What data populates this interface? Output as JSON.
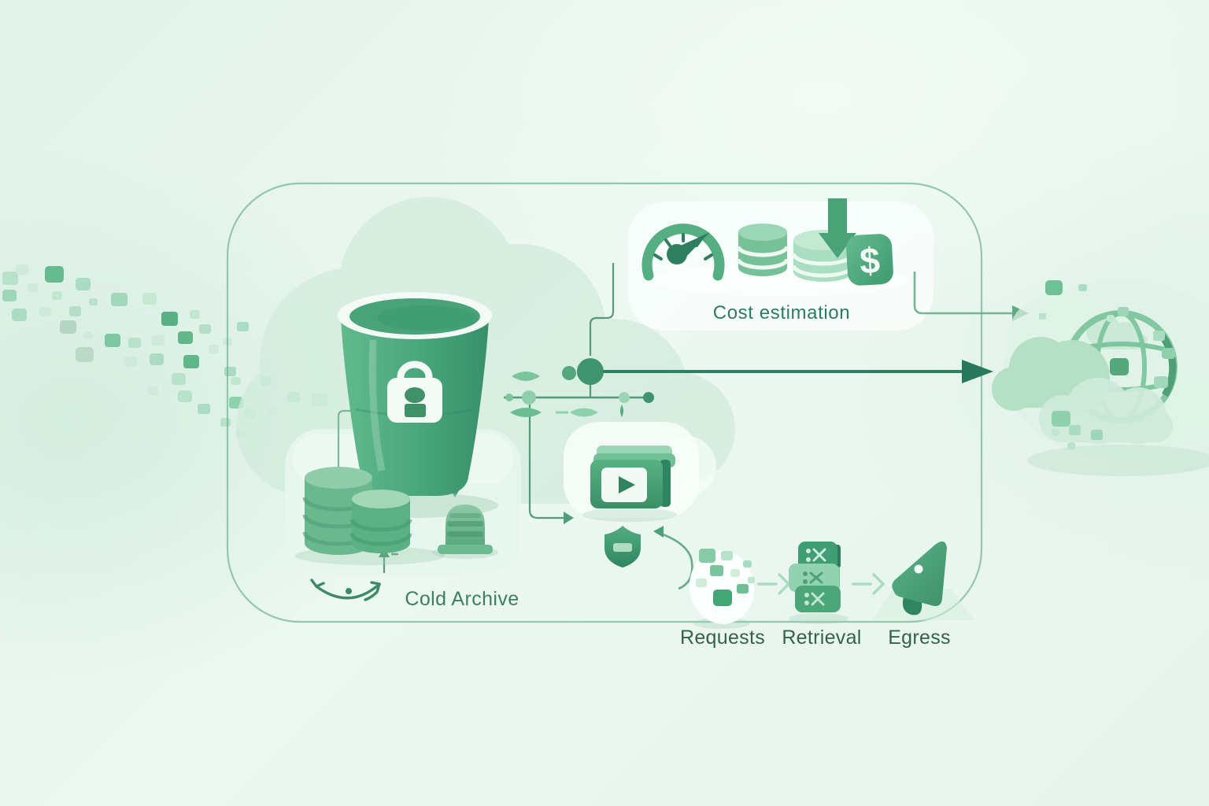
{
  "labels": {
    "cost_estimation": "Cost estimation",
    "cold_archive": "Cold Archive",
    "requests": "Requests",
    "retrieval": "Retrieval",
    "egress": "Egress"
  },
  "icons": {
    "dollar_glyph": "$",
    "list": [
      "storage-bucket-lock-icon",
      "gauge-icon",
      "database-stack-icon",
      "coin-stack-download-icon",
      "dollar-badge-icon",
      "video-media-icon",
      "shield-icon",
      "cold-database-stack-icon",
      "archive-dome-icon",
      "requests-blob-icon",
      "retrieval-blocks-icon",
      "egress-plane-icon",
      "cloud-globe-icon",
      "data-pixels-icon",
      "sync-smile-arrow-icon"
    ]
  },
  "colors": {
    "background": "#e9f5ee",
    "bucket_green": "#4aa87c",
    "deep_green": "#2f8560",
    "line_green": "#3f8a68",
    "arrow_dark": "#2c8066",
    "light_green": "#cdebd9",
    "card_white": "#f7fdf9",
    "caption_text": "#2b7d5e",
    "row_label_text": "#33604f"
  }
}
